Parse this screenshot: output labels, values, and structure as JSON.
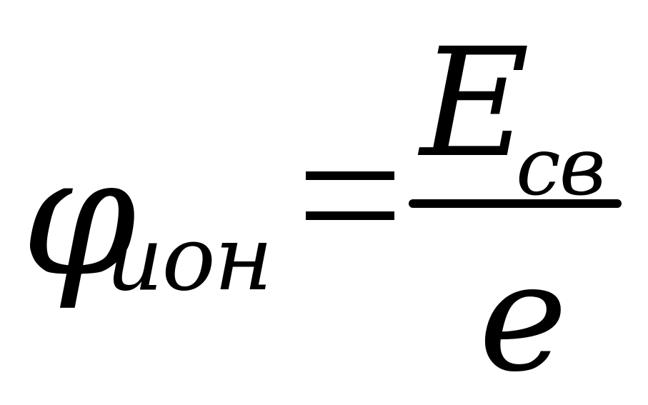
{
  "formula": {
    "lhs_symbol": "φ",
    "lhs_subscript": "ион",
    "equals_sign": "=",
    "numerator_symbol": "E",
    "numerator_subscript": "св",
    "denominator_symbol": "e"
  }
}
